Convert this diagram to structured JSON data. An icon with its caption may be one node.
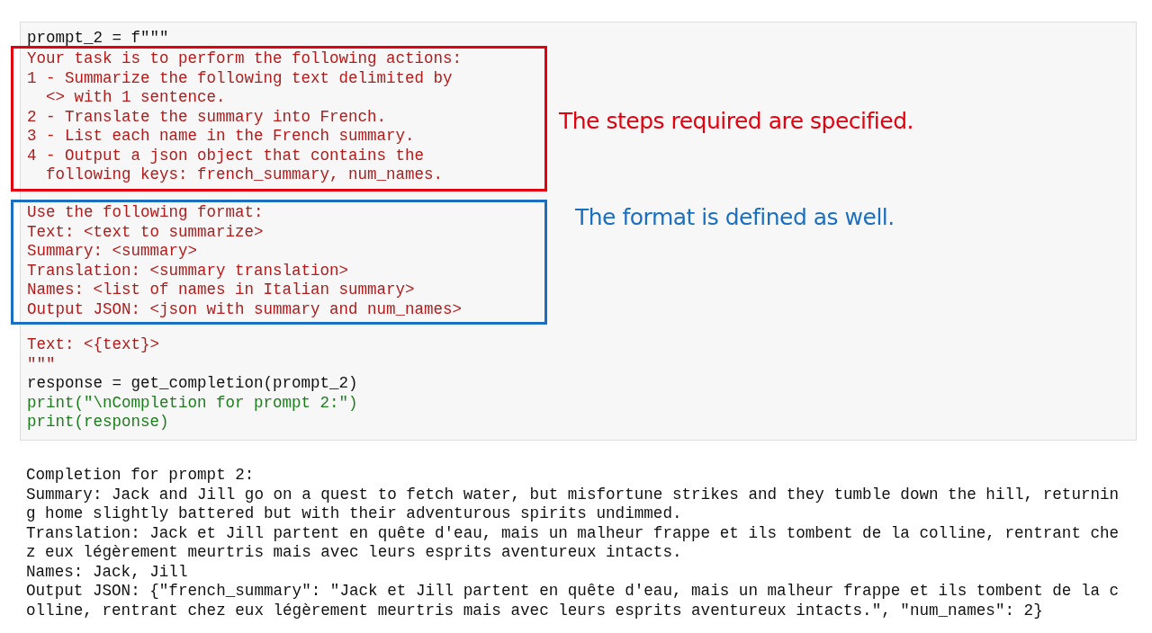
{
  "diagram": {
    "nodes": [
      {
        "text": [
          "prompt_2 = f\"\"\"",
          "Text: <{text}>",
          "\"\"\"",
          "response = get_completion(prompt_2)",
          "print(\"\\nCompletion for prompt 2:\")",
          "print(response)"
        ]
      },
      {
        "text": [
          "Your task is to perform the following actions:",
          "1 - Summarize the following text delimited by <> with 1 sentence.",
          "2 - Translate the summary into French.",
          "3 - List each name in the French summary.",
          "4 - Output a json object that contains the following keys: french_summary, num_names."
        ],
        "in": 0,
        "beside": [
          "The steps required are specified."
        ]
      },
      {
        "text": [
          "Use the following format:",
          "Text: <text to summarize>",
          "Summary: <summary>",
          "Translation: <summary translation>",
          "Names: <list of names in Italian summary>",
          "Output JSON: <json with summary and num_names>"
        ],
        "in": 0,
        "beside": [
          "The format is defined as well."
        ]
      }
    ],
    "labels": [
      "Completion for prompt 2:",
      "Summary: Jack and Jill go on a quest to fetch water, but misfortune strikes and they tumble down the hill, returning home slightly battered but with their adventurous spirits undimmed.",
      "Translation: Jack et Jill partent en quête d'eau, mais un malheur frappe et ils tombent de la colline, rentrant chez eux légèrement meurtris mais avec leurs esprits aventureux intacts.",
      "Names: Jack, Jill",
      "Output JSON: {\"french_summary\": \"Jack et Jill partent en quête d'eau, mais un malheur frappe et ils tombent de la colline, rentrant chez eux légèrement meurtris mais avec leurs esprits aventureux intacts.\", \"num_names\": 2}"
    ]
  }
}
